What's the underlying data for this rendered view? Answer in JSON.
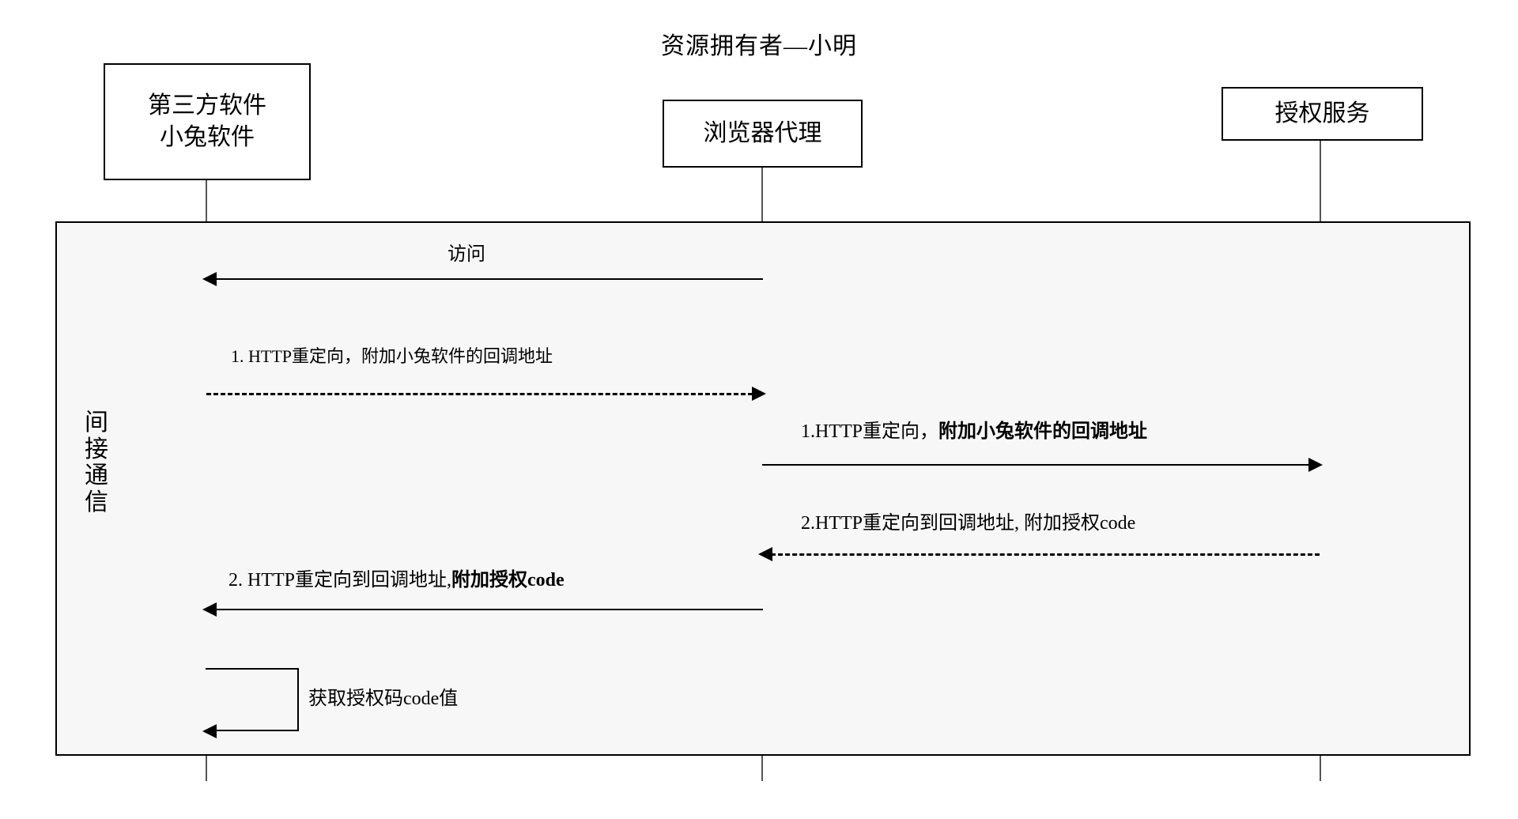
{
  "diagram": {
    "title": "资源拥有者—小明",
    "frame_label_chars": [
      "间",
      "接",
      "通",
      "信"
    ],
    "frame_label": "间接通信"
  },
  "participants": [
    {
      "id": "third-party-software",
      "lines": [
        "第三方软件",
        "小兔软件"
      ]
    },
    {
      "id": "browser-agent",
      "lines": [
        "浏览器代理"
      ]
    },
    {
      "id": "authorization-service",
      "lines": [
        "授权服务"
      ]
    }
  ],
  "messages": [
    {
      "id": "visit",
      "label": "访问",
      "label_bold": "",
      "from": "browser-agent",
      "to": "third-party-software",
      "direction": "left",
      "style": "solid"
    },
    {
      "id": "http-redirect-callback-left",
      "label": "1.  HTTP重定向，附加小兔软件的回调地址",
      "label_bold": "",
      "from": "third-party-software",
      "to": "browser-agent",
      "direction": "right",
      "style": "dashed"
    },
    {
      "id": "http-redirect-callback-right",
      "label": "1.HTTP重定向，",
      "label_bold": "附加小兔软件的回调地址",
      "from": "browser-agent",
      "to": "authorization-service",
      "direction": "right",
      "style": "solid"
    },
    {
      "id": "http-redirect-code-right",
      "label": "2.HTTP重定向到回调地址, 附加授权code",
      "label_bold": "",
      "from": "authorization-service",
      "to": "browser-agent",
      "direction": "left",
      "style": "dashed"
    },
    {
      "id": "http-redirect-code-left",
      "label": "2.  HTTP重定向到回调地址,",
      "label_bold": "附加授权code",
      "from": "browser-agent",
      "to": "third-party-software",
      "direction": "left",
      "style": "solid"
    },
    {
      "id": "get-auth-code",
      "label": "获取授权码code值",
      "label_bold": "",
      "from": "third-party-software",
      "to": "third-party-software",
      "direction": "self",
      "style": "solid"
    }
  ],
  "colors": {
    "line": "#000000",
    "lifeline": "#555555",
    "frame_fill": "#f7f7f7",
    "background": "#ffffff"
  }
}
